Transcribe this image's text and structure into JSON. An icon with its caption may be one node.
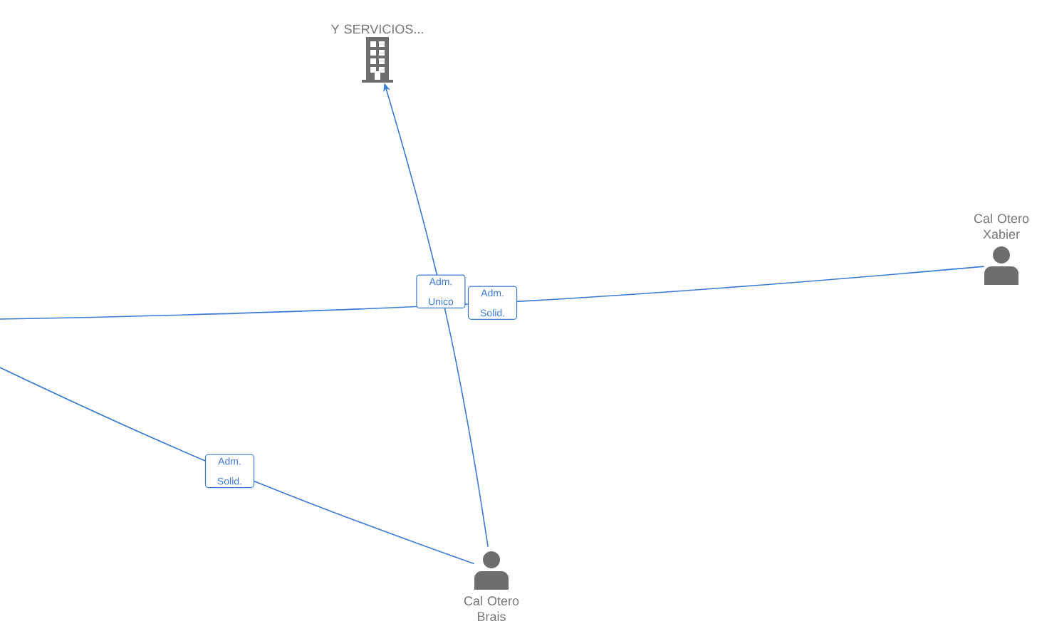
{
  "diagram": {
    "nodes": [
      {
        "text": [
          "Y SERVICIOS..."
        ]
      },
      {
        "text": [
          "Cal Otero Xabier"
        ]
      },
      {
        "text": [
          "Cal Otero Brais"
        ]
      }
    ],
    "edges": [
      {
        "from": 2,
        "to": 0,
        "arrow": "to",
        "label": "Adm. Unico"
      },
      {
        "from": 1,
        "to": null,
        "arrow": "none",
        "label": "Adm. Solid."
      },
      {
        "from": null,
        "to": 2,
        "arrow": "none",
        "label": "Adm. Solid."
      }
    ]
  }
}
